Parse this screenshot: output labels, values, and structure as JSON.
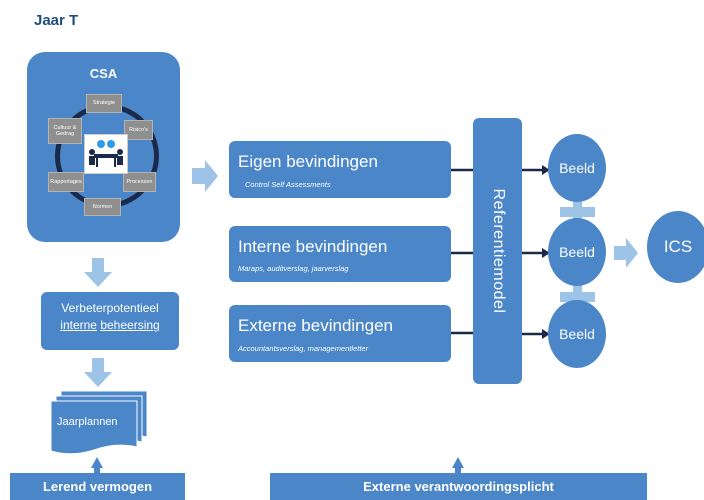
{
  "title": "Jaar T",
  "csa": {
    "label": "CSA",
    "chips": {
      "strategie": "Strategie",
      "risicos": "Risico's",
      "processen": "Processen",
      "normen": "Normen",
      "rapportages": "Rapportages",
      "cultuur": "Cultuur & Gedrag"
    }
  },
  "verbeter": {
    "line1": "Verbeterpotentieel",
    "word_interne": "interne",
    "word_beheersing": "beheersing"
  },
  "jaarplannen": "Jaarplannen",
  "findings": [
    {
      "title": "Eigen bevindingen",
      "subtitle": "Control Self Assessments"
    },
    {
      "title": "Interne bevindingen",
      "subtitle": "Maraps, auditverslag, jaarverslag"
    },
    {
      "title": "Externe bevindingen",
      "subtitle": "Accountantsverslag, managementletter"
    }
  ],
  "referentiemodel": "Referentiemodel",
  "beeld": [
    "Beeld",
    "Beeld",
    "Beeld"
  ],
  "ics": "ICS",
  "bottom": {
    "left": "Lerend vermogen",
    "right": "Externe verantwoordingsplicht"
  },
  "colors": {
    "box_blue": "#4a86c8",
    "light_blue": "#9dc3e6",
    "dark_navy": "#1b2a4a",
    "title_blue": "#1f4e79"
  }
}
